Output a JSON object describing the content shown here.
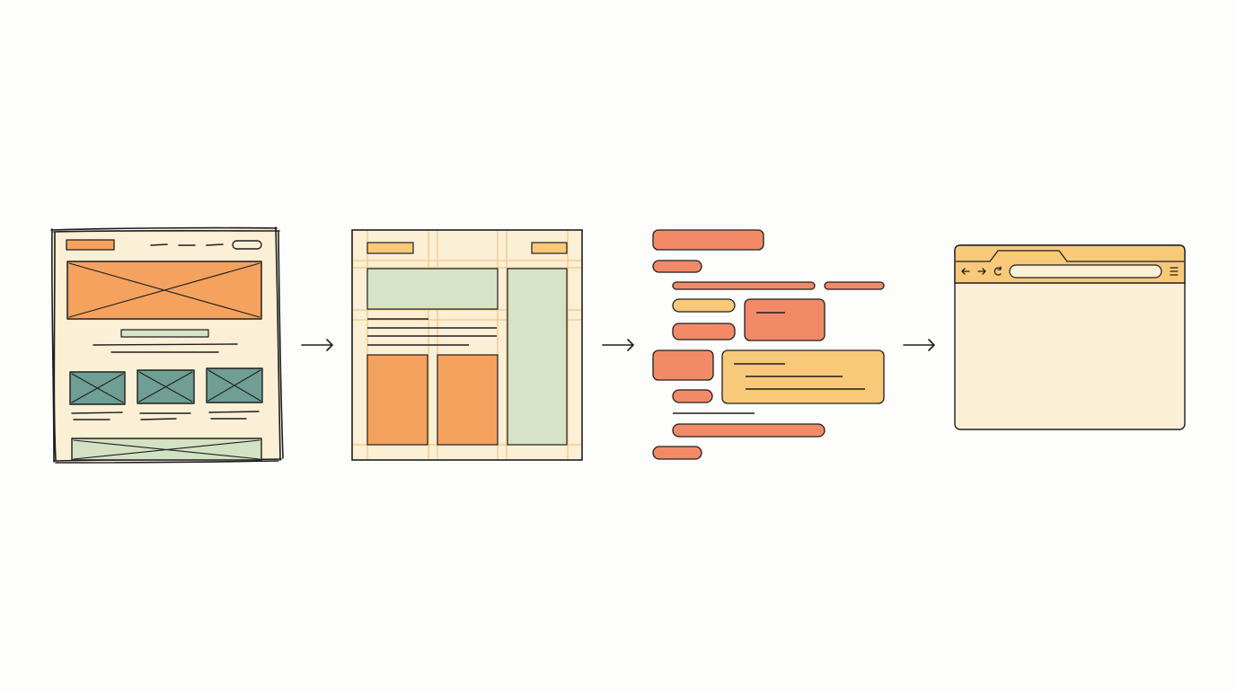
{
  "stages": [
    {
      "id": "sketch",
      "icon": "hand-drawn-wireframe"
    },
    {
      "id": "grid",
      "icon": "grid-layout"
    },
    {
      "id": "components",
      "icon": "component-blocks"
    },
    {
      "id": "browser",
      "icon": "browser-window"
    }
  ],
  "arrows": 3,
  "colors": {
    "paper": "#fbefd6",
    "orange": "#f5a25e",
    "coral": "#f28a68",
    "yellow": "#f9c97a",
    "sage": "#d7e3c7",
    "sage_dark": "#d2e2c3",
    "teal": "#6f9e95",
    "grid_line": "#f3c684",
    "ink": "#1e1e1e"
  },
  "browser": {
    "back_icon": "arrow-left-icon",
    "forward_icon": "arrow-right-icon",
    "reload_icon": "reload-icon",
    "menu_icon": "hamburger-menu-icon"
  }
}
